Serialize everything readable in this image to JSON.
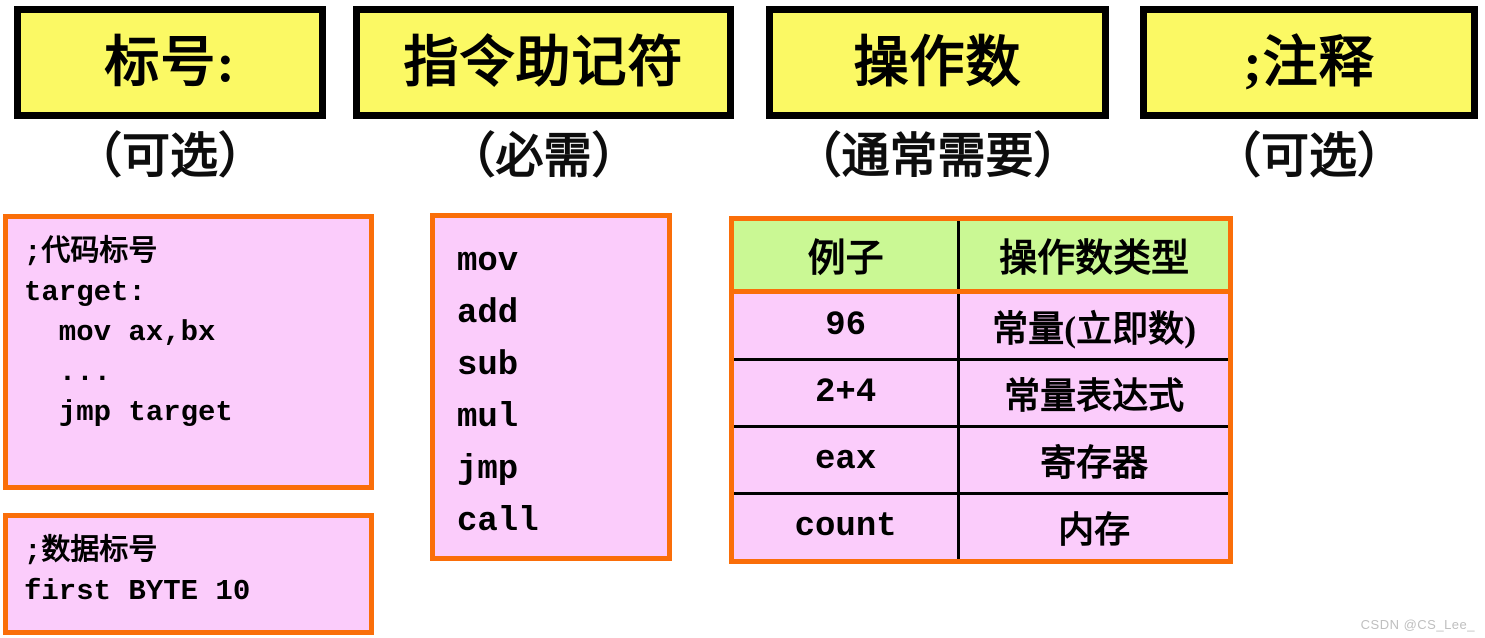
{
  "headers": [
    {
      "title": "标号:",
      "note": "（可选）"
    },
    {
      "title": "指令助记符",
      "note": "（必需）"
    },
    {
      "title": "操作数",
      "note": "（通常需要）"
    },
    {
      "title": ";注释",
      "note": "（可选）"
    }
  ],
  "panels": {
    "label_code": {
      "text": ";代码标号\ntarget:\n  mov ax,bx\n  ...\n  jmp target"
    },
    "label_data": {
      "text": ";数据标号\nfirst BYTE 10"
    },
    "mnemonics": {
      "text": "mov\nadd\nsub\nmul\njmp\ncall"
    }
  },
  "operand_table": {
    "columns": [
      "例子",
      "操作数类型"
    ],
    "rows": [
      {
        "example": "96",
        "type": "常量(立即数)"
      },
      {
        "example": "2+4",
        "type": "常量表达式"
      },
      {
        "example": "eax",
        "type": "寄存器"
      },
      {
        "example": "count",
        "type": "内存"
      }
    ]
  },
  "watermark": "CSDN @CS_Lee_",
  "colors": {
    "header_fill": "#fbf964",
    "header_border": "#000000",
    "panel_fill": "#fbccfb",
    "panel_border": "#fa6e09",
    "table_header_fill": "#caf894",
    "grid_line": "#000000"
  }
}
